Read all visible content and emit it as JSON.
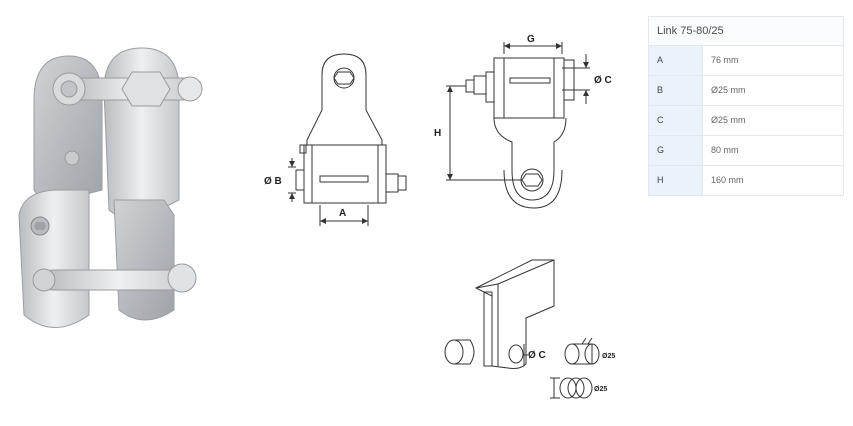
{
  "product": {
    "table_title": "Link 75-80/25",
    "specs": [
      {
        "key": "A",
        "value": "76 mm"
      },
      {
        "key": "B",
        "value": "Ø25 mm"
      },
      {
        "key": "C",
        "value": "Ø25 mm"
      },
      {
        "key": "G",
        "value": "80 mm"
      },
      {
        "key": "H",
        "value": "160 mm"
      }
    ]
  },
  "drawings": {
    "front_labels": {
      "dia_b": "Ø B",
      "dim_a": "A"
    },
    "side_labels": {
      "dim_g": "G",
      "dim_h": "H",
      "dia_c": "Ø C"
    },
    "exploded_labels": {
      "dia_c": "Ø C",
      "pin_dia_1": "Ø25",
      "pin_dia_2": "Ø25"
    }
  }
}
